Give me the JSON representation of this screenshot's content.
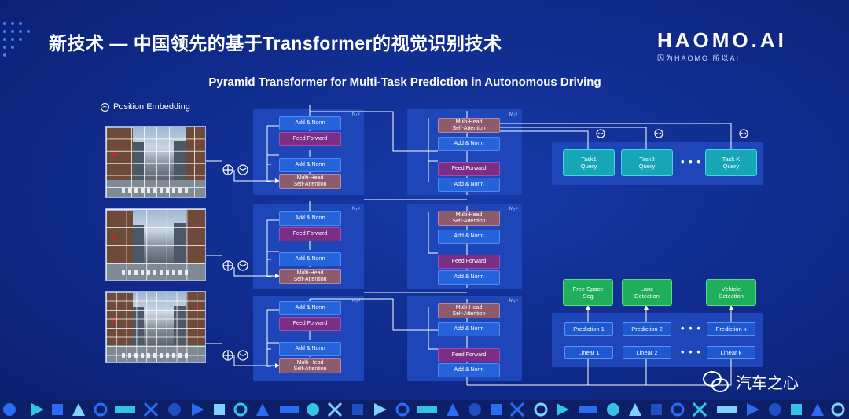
{
  "slide": {
    "title": "新技术 — 中国领先的基于Transformer的视觉识别技术",
    "logo_word": "HAOMO.AI",
    "logo_sub": "因为HAOMO    所以AI"
  },
  "diagram": {
    "title": "Pyramid Transformer for Multi-Task Prediction in Autonomous Driving",
    "position_embedding_label": "Position Embedding",
    "encoder_label": "N₁×",
    "encoder_label_2": "N₂×",
    "encoder_label_3": "N₃×",
    "decoder_label": "M₁×",
    "decoder_label_2": "M₂×",
    "decoder_label_3": "M₃×",
    "encoder_blocks": {
      "add_norm": "Add & Norm",
      "feed_forward": "Feed Forward",
      "multi_head": "Multi-Head\nSelf-Attention"
    },
    "decoder_blocks": {
      "multi_head": "Multi-Head\nSelf-Attention",
      "add_norm": "Add & Norm",
      "feed_forward": "Feed Forward"
    },
    "task_queries": [
      "Task1\nQuery",
      "Task2\nQuery",
      "Task K\nQuery"
    ],
    "task_ellipsis": "• • •",
    "outputs": [
      "Free Space\nSeg",
      "Lane\nDetection",
      "Vehicle\nDetection"
    ],
    "predictions": [
      "Prediction 1",
      "Prediction 2",
      "Prediction k"
    ],
    "linears": [
      "Linear 1",
      "Linear 2",
      "Linear k"
    ],
    "row_ellipsis": "• • •"
  },
  "watermark": {
    "text": "汽车之心",
    "icon": "wechat-icon"
  },
  "colors": {
    "background": "#0f2a8a",
    "panel": "#1e46b8",
    "add_norm": "#2463d9",
    "feed_forward": "#7a2e86",
    "multi_head": "#8c5c6e",
    "task_query": "#17a6b8",
    "output": "#1fae5a",
    "prediction": "#1d58d0"
  }
}
